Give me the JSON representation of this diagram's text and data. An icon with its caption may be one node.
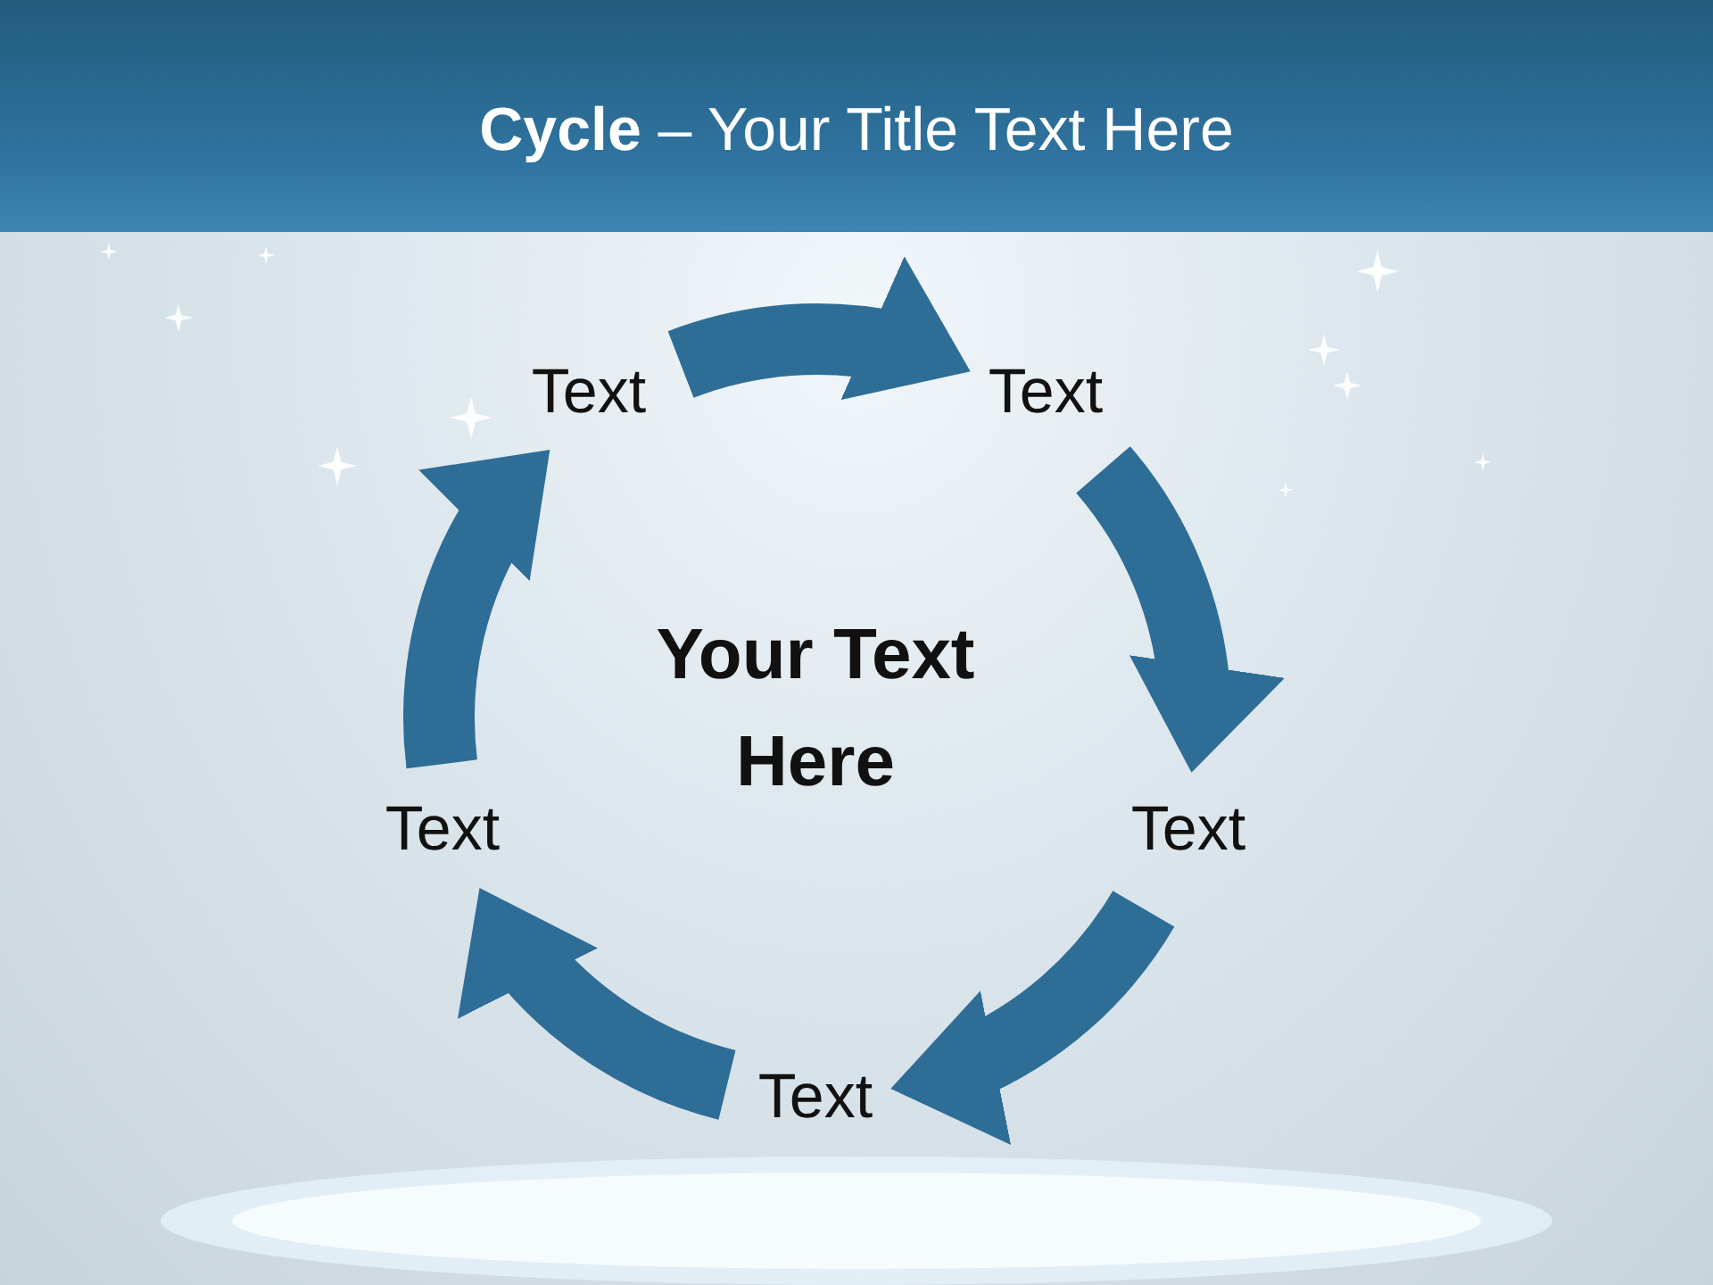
{
  "diagram": {
    "title": "**Cycle** – Your Title Text Here",
    "nodes": [
      {
        "text": [
          "Text"
        ]
      },
      {
        "text": [
          "Text"
        ]
      },
      {
        "text": [
          "Text"
        ]
      },
      {
        "text": [
          "Text"
        ]
      },
      {
        "text": [
          "Text"
        ]
      }
    ],
    "edges": [
      {
        "from": 0,
        "to": 1,
        "arrow": "to"
      },
      {
        "from": 1,
        "to": 3,
        "arrow": "to"
      },
      {
        "from": 3,
        "to": 4,
        "arrow": "to"
      },
      {
        "from": 4,
        "to": 2,
        "arrow": "to"
      },
      {
        "from": 2,
        "to": 0,
        "arrow": "to"
      }
    ],
    "labels": [
      "Your Text Here"
    ]
  }
}
